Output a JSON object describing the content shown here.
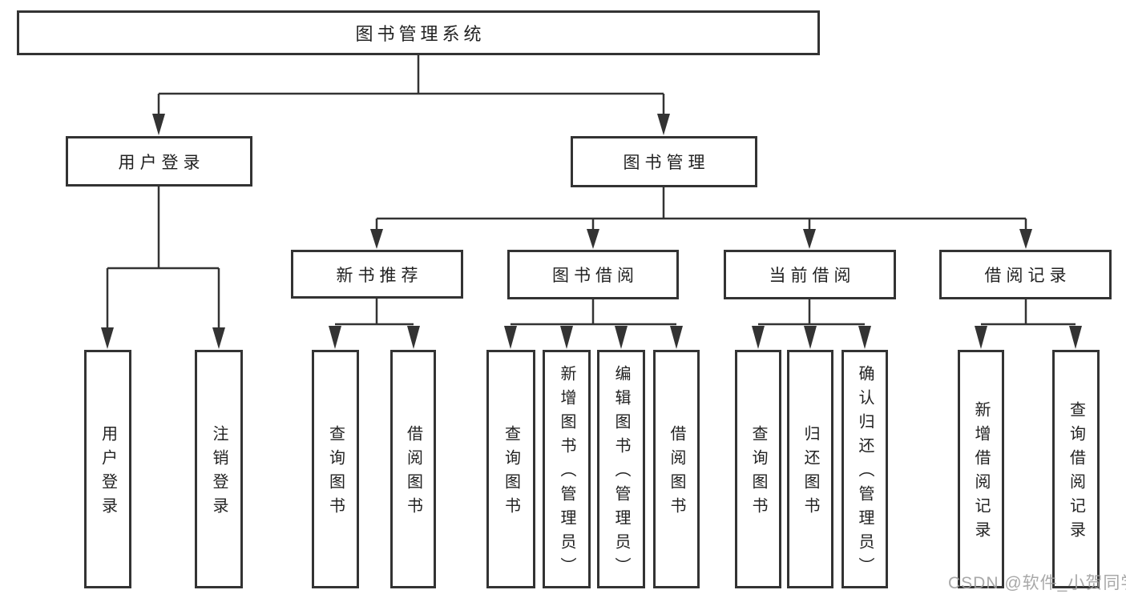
{
  "diagram": {
    "root": {
      "label": "图书管理系统"
    },
    "branches": [
      {
        "label": "用户登录",
        "children": [
          {
            "label": "用户登录"
          },
          {
            "label": "注销登录"
          }
        ]
      },
      {
        "label": "图书管理",
        "children": [
          {
            "label": "新书推荐",
            "children": [
              {
                "label": "查询图书"
              },
              {
                "label": "借阅图书"
              }
            ]
          },
          {
            "label": "图书借阅",
            "children": [
              {
                "label": "查询图书"
              },
              {
                "label": "新增图书（管理员）"
              },
              {
                "label": "编辑图书（管理员）"
              },
              {
                "label": "借阅图书"
              }
            ]
          },
          {
            "label": "当前借阅",
            "children": [
              {
                "label": "查询图书"
              },
              {
                "label": "归还图书"
              },
              {
                "label": "确认归还（管理员）"
              }
            ]
          },
          {
            "label": "借阅记录",
            "children": [
              {
                "label": "新增借阅记录"
              },
              {
                "label": "查询借阅记录"
              }
            ]
          }
        ]
      }
    ]
  },
  "watermark": {
    "text": "CSDN @软件_小贺同学"
  },
  "colors": {
    "line": "#333333",
    "text": "#222222",
    "background": "#ffffff",
    "watermark": "#9e9e9e"
  }
}
